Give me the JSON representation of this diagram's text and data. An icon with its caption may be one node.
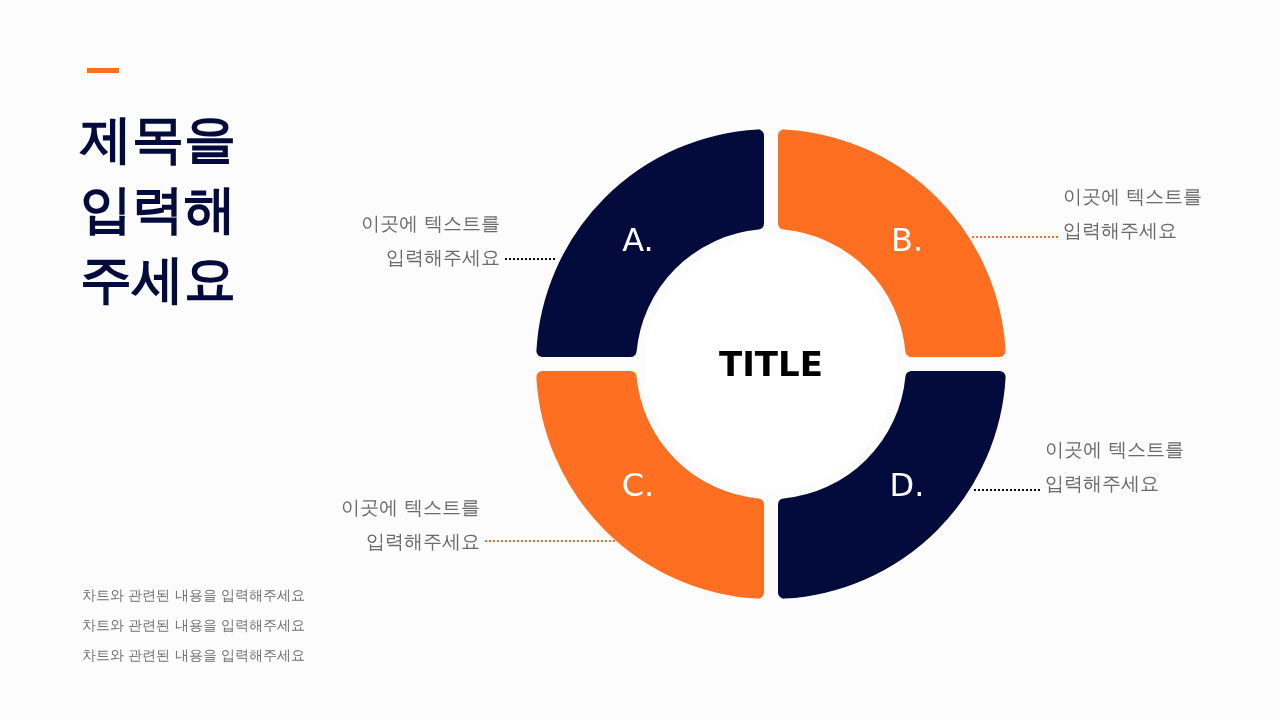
{
  "diagram": {
    "title": "제목을 입력해 주세요",
    "nodes": [
      {
        "text": [
          "A."
        ]
      },
      {
        "text": [
          "B."
        ]
      },
      {
        "text": [
          "C."
        ]
      },
      {
        "text": [
          "D."
        ]
      },
      {
        "text": [
          "TITLE"
        ]
      },
      {
        "text": [
          "이곳에 텍스트를 입력해주세요"
        ]
      },
      {
        "text": [
          "이곳에 텍스트를 입력해주세요"
        ]
      },
      {
        "text": [
          "이곳에 텍스트를 입력해주세요"
        ]
      },
      {
        "text": [
          "이곳에 텍스트를 입력해주세요"
        ]
      }
    ],
    "edges": [
      {
        "from": 5,
        "to": 0,
        "arrow": "none",
        "style": "dashed",
        "color": "#020b3b"
      },
      {
        "from": 6,
        "to": 1,
        "arrow": "none",
        "style": "dashed",
        "color": "#ff6f22"
      },
      {
        "from": 7,
        "to": 2,
        "arrow": "none",
        "style": "dashed",
        "color": "#ff6f22"
      },
      {
        "from": 8,
        "to": 3,
        "arrow": "none",
        "style": "dashed",
        "color": "#020b3b"
      }
    ],
    "labels": [
      "차트와 관련된 내용을 입력해주세요",
      "차트와 관련된 내용을 입력해주세요",
      "차트와 관련된 내용을 입력해주세요"
    ]
  }
}
